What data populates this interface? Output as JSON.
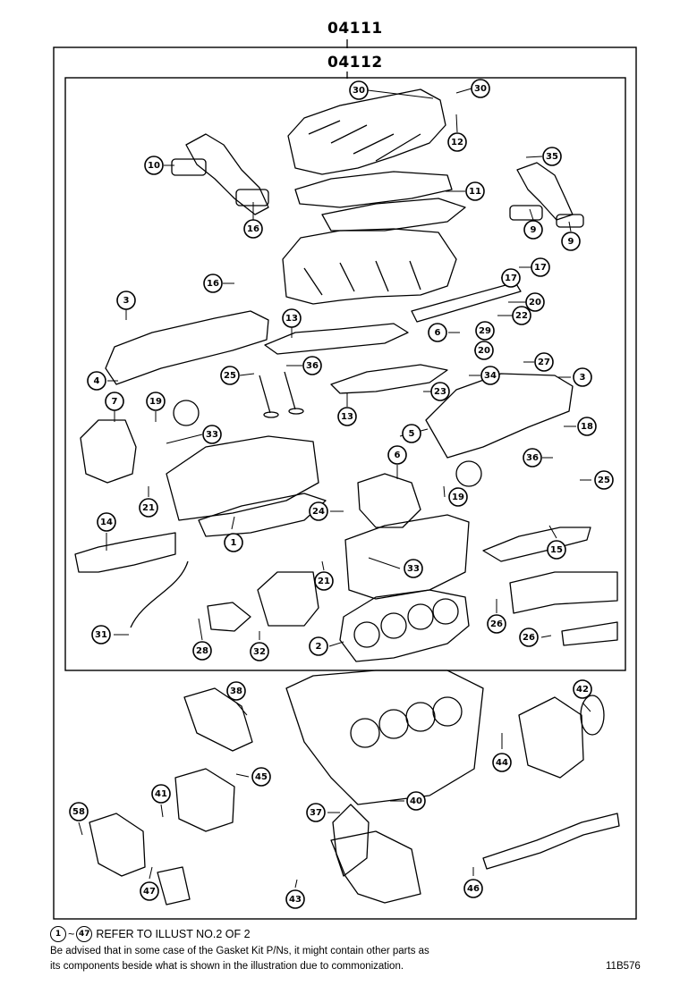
{
  "header": {
    "outer_kit_pn": "04111",
    "inner_kit_pn": "04112"
  },
  "callouts": [
    "30",
    "30",
    "12",
    "35",
    "10",
    "11",
    "16",
    "9",
    "9",
    "17",
    "17",
    "16",
    "3",
    "20",
    "13",
    "22",
    "6",
    "29",
    "20",
    "36",
    "25",
    "27",
    "3",
    "4",
    "34",
    "7",
    "23",
    "13",
    "19",
    "5",
    "18",
    "33",
    "36",
    "6",
    "25",
    "21",
    "19",
    "24",
    "14",
    "1",
    "15",
    "33",
    "21",
    "26",
    "31",
    "28",
    "32",
    "26",
    "2",
    "38",
    "42",
    "45",
    "44",
    "41",
    "58",
    "37",
    "40",
    "47",
    "43",
    "46"
  ],
  "footer": {
    "refer_start": "1",
    "refer_tilde": "~",
    "refer_end": "47",
    "refer_text": "REFER TO ILLUST NO.2 OF 2",
    "advisory_line1": "Be advised that in some case of the Gasket Kit P/Ns,  it might contain other parts as",
    "advisory_line2": "its components beside what is shown in the illustration due to commonization.",
    "drawing_number": "11B576"
  }
}
